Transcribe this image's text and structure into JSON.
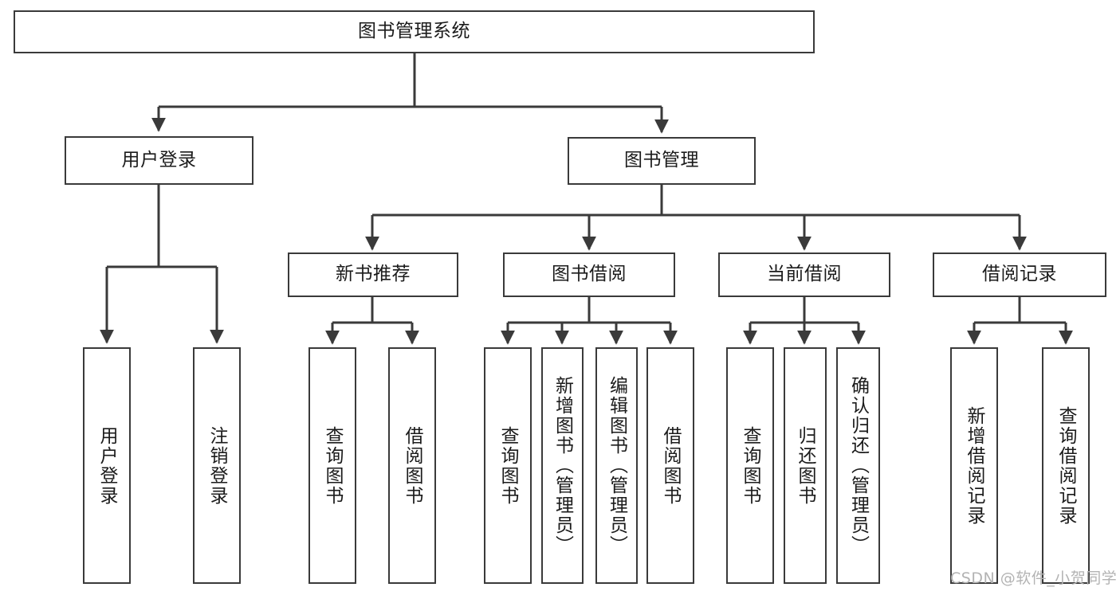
{
  "diagram": {
    "title": "图书管理系统",
    "type": "tree",
    "watermark": "CSDN @软件_小贺同学",
    "colors": {
      "box_border": "#3a3a3a",
      "box_fill": "#ffffff",
      "edge": "#3a3a3a",
      "text": "#1b1b1b",
      "watermark": "#b3b3b3",
      "background": "#ffffff"
    },
    "nodes": {
      "root": {
        "label": "图书管理系统"
      },
      "level2": [
        {
          "id": "user-login",
          "label": "用户登录"
        },
        {
          "id": "book-manage",
          "label": "图书管理"
        }
      ],
      "level3": [
        {
          "id": "new-book-rec",
          "label": "新书推荐"
        },
        {
          "id": "book-borrow",
          "label": "图书借阅"
        },
        {
          "id": "current-borrow",
          "label": "当前借阅"
        },
        {
          "id": "borrow-record",
          "label": "借阅记录"
        }
      ],
      "leaves": [
        {
          "id": "leaf-user-login",
          "label": "用户登录",
          "parent": "user-login"
        },
        {
          "id": "leaf-user-logout",
          "label": "注销登录",
          "parent": "user-login"
        },
        {
          "id": "leaf-query-book-1",
          "label": "查询图书",
          "parent": "new-book-rec"
        },
        {
          "id": "leaf-borrow-book-1",
          "label": "借阅图书",
          "parent": "new-book-rec"
        },
        {
          "id": "leaf-query-book-2",
          "label": "查询图书",
          "parent": "book-borrow"
        },
        {
          "id": "leaf-add-book",
          "label": "新增图书（管理员）",
          "parent": "book-borrow"
        },
        {
          "id": "leaf-edit-book",
          "label": "编辑图书（管理员）",
          "parent": "book-borrow"
        },
        {
          "id": "leaf-borrow-book-2",
          "label": "借阅图书",
          "parent": "book-borrow"
        },
        {
          "id": "leaf-query-book-3",
          "label": "查询图书",
          "parent": "current-borrow"
        },
        {
          "id": "leaf-return-book",
          "label": "归还图书",
          "parent": "current-borrow"
        },
        {
          "id": "leaf-confirm-return",
          "label": "确认归还（管理员）",
          "parent": "current-borrow"
        },
        {
          "id": "leaf-add-record",
          "label": "新增借阅记录",
          "parent": "borrow-record"
        },
        {
          "id": "leaf-query-record",
          "label": "查询借阅记录",
          "parent": "borrow-record"
        }
      ]
    }
  }
}
